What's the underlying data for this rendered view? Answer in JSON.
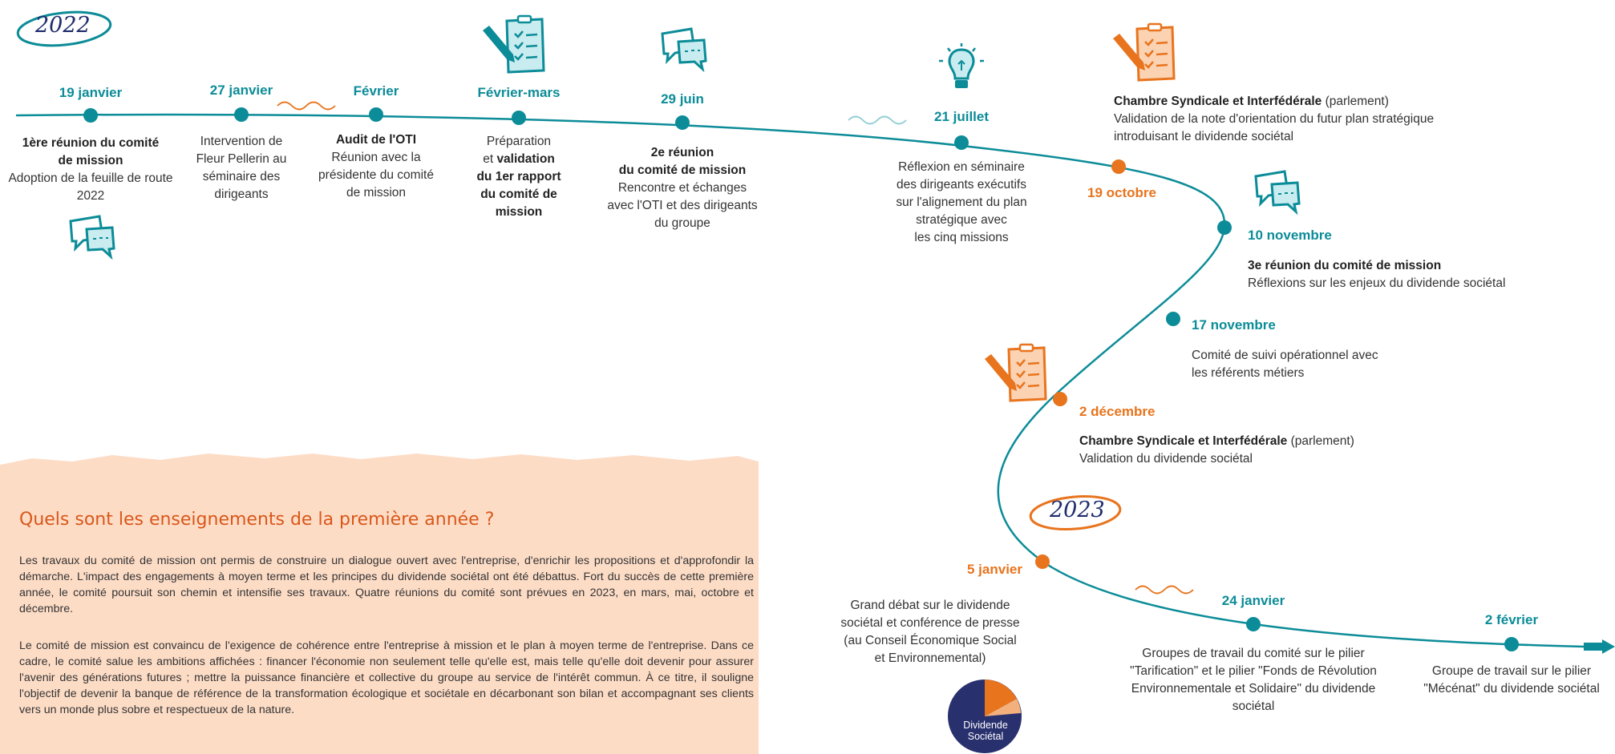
{
  "years": {
    "y2022": "2022",
    "y2023": "2023"
  },
  "events": {
    "e1": {
      "date": "19 janvier",
      "l1": "1ère réunion du comité",
      "l2": "de mission",
      "l3": "Adoption de la feuille de route",
      "l4": "2022"
    },
    "e2": {
      "date": "27 janvier",
      "l1": "Intervention de",
      "l2": "Fleur Pellerin au",
      "l3": "séminaire des",
      "l4": "dirigeants"
    },
    "e3": {
      "date": "Février",
      "l1": "Audit de l'OTI",
      "l2": "Réunion avec la",
      "l3": "présidente du comité",
      "l4": "de mission"
    },
    "e4": {
      "date": "Février-mars",
      "l1": "Préparation",
      "l2a": "et ",
      "l2b": "validation",
      "l3": "du 1er rapport",
      "l4": "du comité de",
      "l5": "mission"
    },
    "e5": {
      "date": "29 juin",
      "l1": "2e réunion",
      "l2": "du comité de mission",
      "l3": "Rencontre et échanges",
      "l4": "avec l'OTI et des dirigeants",
      "l5": "du groupe"
    },
    "e6": {
      "date": "21 juillet",
      "l1": "Réflexion en séminaire",
      "l2": "des dirigeants exécutifs",
      "l3": "sur l'alignement du plan",
      "l4": "stratégique avec",
      "l5": "les cinq missions"
    },
    "e7": {
      "date": "19 octobre",
      "l1a": "Chambre Syndicale et Interfédérale",
      "l1b": " (parlement)",
      "l2": "Validation de la note d'orientation du futur plan stratégique",
      "l3": "introduisant le dividende sociétal"
    },
    "e8": {
      "date": "10 novembre",
      "l1": "3e réunion du comité de mission",
      "l2": "Réflexions sur les enjeux du dividende sociétal"
    },
    "e9": {
      "date": "17 novembre",
      "l1": "Comité de suivi opérationnel avec",
      "l2": "les référents métiers"
    },
    "e10": {
      "date": "2 décembre",
      "l1a": "Chambre Syndicale et Interfédérale",
      "l1b": " (parlement)",
      "l2": "Validation du dividende sociétal"
    },
    "e11": {
      "date": "5 janvier",
      "l1": "Grand débat sur le dividende",
      "l2": "sociétal et conférence de presse",
      "l3": "(au Conseil Économique Social",
      "l4": "et Environnemental)"
    },
    "e12": {
      "date": "24 janvier",
      "l1": "Groupes de travail du comité sur le pilier",
      "l2": "\"Tarification\" et le pilier \"Fonds de Révolution",
      "l3": "Environnementale et Solidaire\" du dividende",
      "l4": "sociétal"
    },
    "e13": {
      "date": "2 février",
      "l1": "Groupe de travail sur le pilier",
      "l2": "\"Mécénat\" du dividende sociétal"
    }
  },
  "panel": {
    "title": "Quels sont les enseignements de la première année ?",
    "p1": "Les travaux du comité de mission ont permis de construire un dialogue ouvert avec l'entreprise, d'enrichir les propositions et d'approfondir la démarche. L'impact des engagements à moyen terme et les principes du dividende sociétal ont été débattus. Fort du succès de cette première année, le comité poursuit son chemin et intensifie ses travaux. Quatre réunions du comité sont prévues en 2023, en mars, mai, octobre et décembre.",
    "p2": "Le comité de mission est convaincu de l'exigence de cohérence entre l'entreprise à mission et le plan à moyen terme de l'entreprise. Dans ce cadre, le comité salue les ambitions affichées : financer l'économie non seulement telle qu'elle est, mais telle qu'elle doit devenir pour assurer l'avenir des générations futures ; mettre la puissance financière et collective du groupe au service de l'intérêt commun. À ce titre, il souligne l'objectif de devenir la banque de référence de la transformation écologique et sociétale en décarbonant son bilan et accompagnant ses clients vers un monde plus sobre et respectueux de la nature."
  },
  "logo": {
    "line1": "Dividende",
    "line2": "Sociétal"
  },
  "colors": {
    "teal": "#0c8c98",
    "orange": "#e8741d",
    "panel_bg": "#fddcc6",
    "navy": "#1f2d6b"
  },
  "icons": [
    "speech-bubbles-icon",
    "clipboard-pencil-icon",
    "lightbulb-icon",
    "arrow-icon"
  ]
}
